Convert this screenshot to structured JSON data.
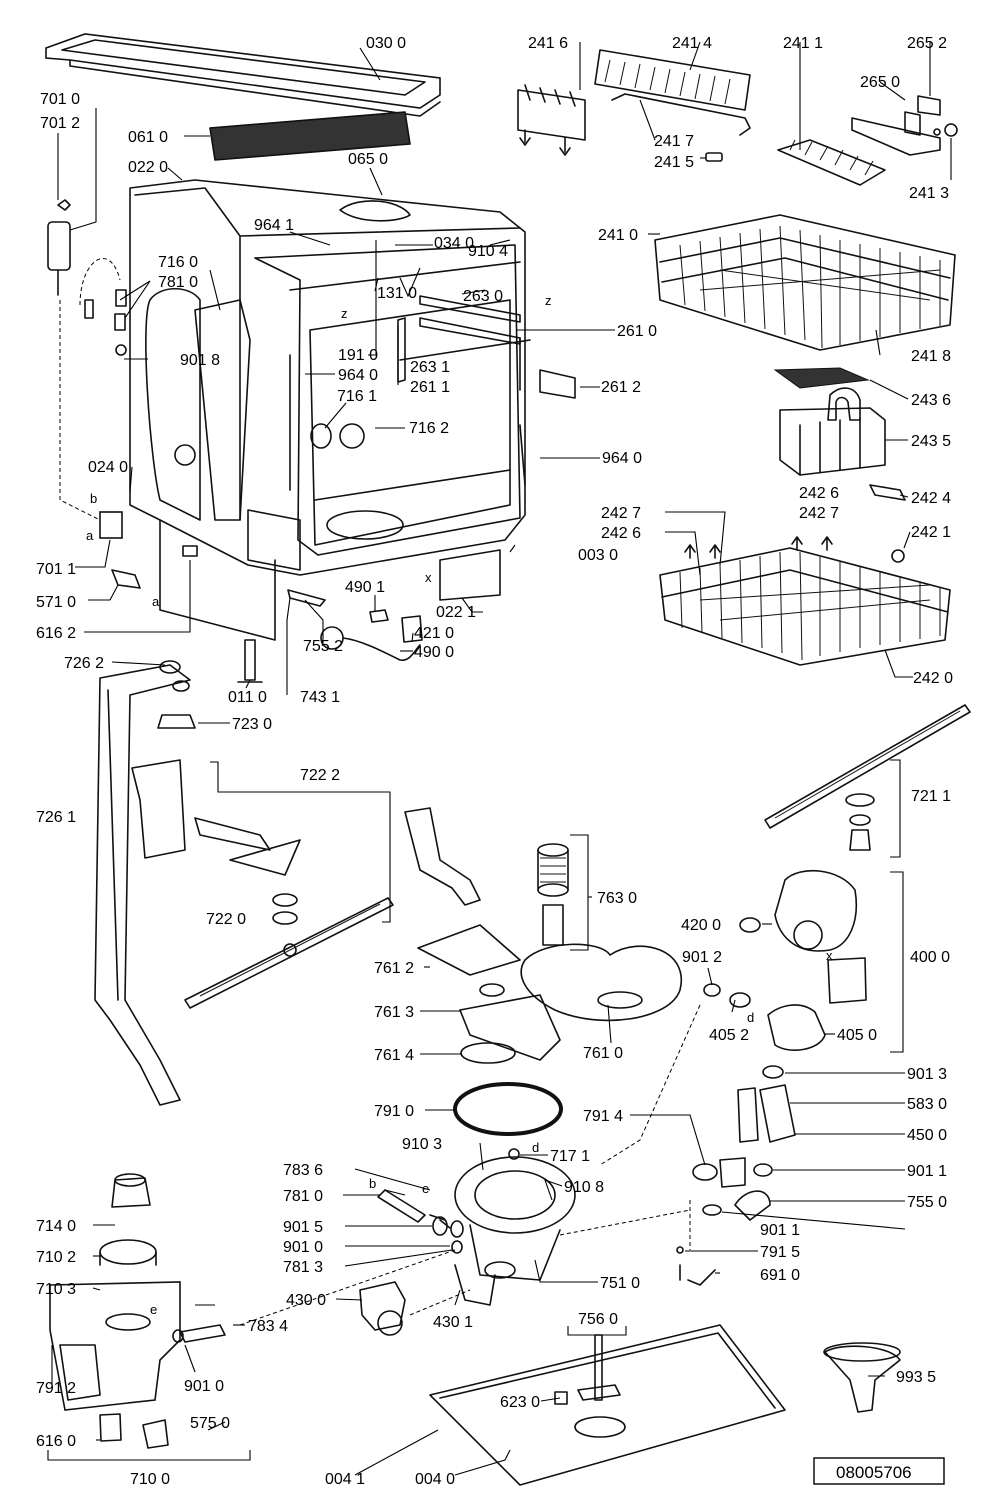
{
  "doc_code": "08005706",
  "labels": {
    "030_0": "030 0",
    "701_0": "701 0",
    "701_2": "701 2",
    "061_0": "061 0",
    "022_0": "022 0",
    "065_0": "065 0",
    "964_1": "964 1",
    "034_0": "034 0",
    "716_0": "716 0",
    "781_0": "781 0",
    "910_4": "910 4",
    "131_0": "131 0",
    "263_0": "263 0",
    "261_0": "261 0",
    "901_8": "901 8",
    "191_0": "191 0",
    "964_0a": "964 0",
    "263_1": "263 1",
    "261_1": "261 1",
    "261_2": "261 2",
    "716_1": "716 1",
    "716_2": "716 2",
    "964_0b": "964 0",
    "024_0": "024 0",
    "003_0": "003 0",
    "701_1": "701 1",
    "490_1": "490 1",
    "022_1": "022 1",
    "571_0": "571 0",
    "421_0": "421 0",
    "616_2": "616 2",
    "490_0": "490 0",
    "755_2": "755 2",
    "726_2": "726 2",
    "011_0": "011 0",
    "743_1": "743 1",
    "723_0": "723 0",
    "241_6": "241 6",
    "241_4": "241 4",
    "241_1": "241 1",
    "265_2": "265 2",
    "265_0": "265 0",
    "241_7": "241 7",
    "241_5": "241 5",
    "241_3": "241 3",
    "241_0": "241 0",
    "241_8": "241 8",
    "243_6": "243 6",
    "243_5": "243 5",
    "242_4": "242 4",
    "242_6a": "242 6",
    "242_7a": "242 7",
    "242_7b": "242 7",
    "242_6b": "242 6",
    "242_1": "242 1",
    "242_0": "242 0",
    "722_2": "722 2",
    "726_1": "726 1",
    "722_0": "722 0",
    "721_1": "721 1",
    "763_0": "763 0",
    "761_2": "761 2",
    "420_0": "420 0",
    "901_2": "901 2",
    "400_0": "400 0",
    "761_3": "761 3",
    "405_2": "405 2",
    "405_0": "405 0",
    "761_4": "761 4",
    "761_0": "761 0",
    "901_3": "901 3",
    "791_0": "791 0",
    "791_4": "791 4",
    "583_0": "583 0",
    "450_0": "450 0",
    "910_3": "910 3",
    "717_1": "717 1",
    "901_1a": "901 1",
    "783_6": "783 6",
    "910_8": "910 8",
    "781_0b": "781 0",
    "755_0": "755 0",
    "714_0": "714 0",
    "901_5": "901 5",
    "901_1b": "901 1",
    "710_2": "710 2",
    "901_0a": "901 0",
    "791_5": "791 5",
    "781_3": "781 3",
    "751_0": "751 0",
    "691_0": "691 0",
    "710_3": "710 3",
    "430_0": "430 0",
    "430_1": "430 1",
    "783_4": "783 4",
    "756_0": "756 0",
    "901_0b": "901 0",
    "791_2": "791 2",
    "623_0": "623 0",
    "993_5": "993 5",
    "575_0": "575 0",
    "616_0": "616 0",
    "710_0": "710 0",
    "004_1": "004 1",
    "004_0": "004 0"
  },
  "letters": {
    "z1": "z",
    "z2": "z",
    "x1": "x",
    "b1": "b",
    "a1": "a",
    "a2": "a",
    "x2": "x",
    "d1": "d",
    "d2": "d",
    "b2": "b",
    "e1": "e",
    "e2": "e"
  }
}
